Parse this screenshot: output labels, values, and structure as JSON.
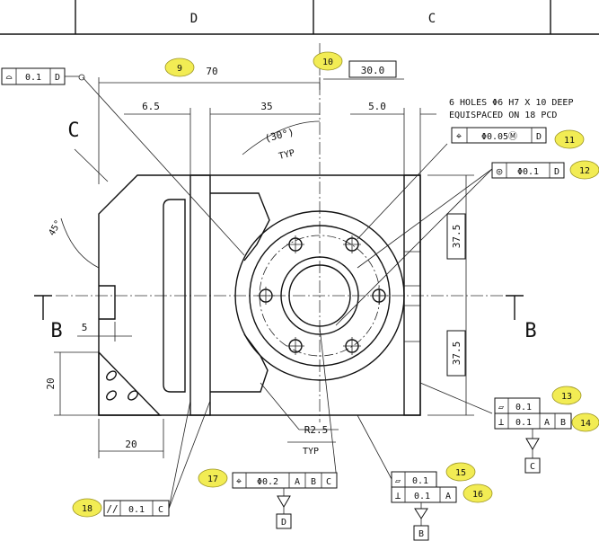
{
  "zones": [
    "D",
    "C"
  ],
  "views": {
    "section_left": "C",
    "section_b_left": "B",
    "section_b_right": "B"
  },
  "dims": {
    "width_70": "70",
    "dim_30": "30.0",
    "dim_6_5": "6.5",
    "dim_35": "35",
    "dim_5_0": "5.0",
    "angle_30": "(30°)",
    "angle_30_typ": "TYP",
    "angle_45": "45°",
    "dim_5": "5",
    "dim_20_vert": "20",
    "dim_20_horiz": "20",
    "dim_37_5_top": "37.5",
    "dim_37_5_bottom": "37.5",
    "radius": "R2.5",
    "radius_typ": "TYP"
  },
  "note": {
    "line1": "6 HOLES Φ6 H7 X 10 DEEP",
    "line2": "EQUISPACED ON 18 PCD"
  },
  "balloons": [
    "9",
    "10",
    "11",
    "12",
    "13",
    "14",
    "15",
    "16",
    "17",
    "18"
  ],
  "fcf": {
    "profile_surface": {
      "symbol": "⌓",
      "tol": "0.1",
      "datum": "D"
    },
    "position_holes": {
      "symbol": "⌖",
      "tol": "Φ0.05Ⓜ",
      "datum": "D"
    },
    "concentricity": {
      "symbol": "◎",
      "tol": "Φ0.1",
      "datum": "D"
    },
    "flatness_c": {
      "symbol": "▱",
      "tol": "0.1"
    },
    "perp_c": {
      "symbol": "⊥",
      "tol": "0.1",
      "datum1": "A",
      "datum2": "B"
    },
    "position_d": {
      "symbol": "⌖",
      "tol": "Φ0.2",
      "datum1": "A",
      "datum2": "B",
      "datum3": "C"
    },
    "flatness_b": {
      "symbol": "▱",
      "tol": "0.1"
    },
    "perp_b": {
      "symbol": "⊥",
      "tol": "0.1",
      "datum": "A"
    },
    "parallel": {
      "symbol": "//",
      "tol": "0.1",
      "datum": "C"
    }
  },
  "datums": {
    "c": "C",
    "d": "D",
    "b": "B"
  }
}
